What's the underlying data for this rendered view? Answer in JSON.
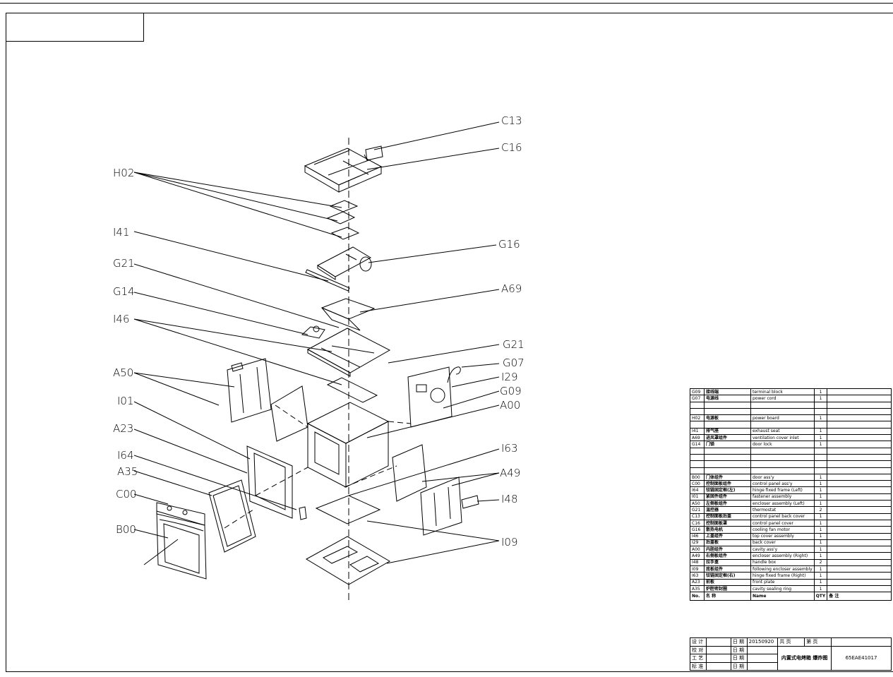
{
  "drawing": {
    "labels": {
      "C13": "C13",
      "C16": "C16",
      "H02": "H02",
      "I41": "I41",
      "G21a": "G21",
      "G14": "G14",
      "I46": "I46",
      "A50": "A50",
      "I01": "I01",
      "A23": "A23",
      "I64": "I64",
      "A35": "A35",
      "C00": "C00",
      "B00": "B00",
      "G16": "G16",
      "A69": "A69",
      "G21b": "G21",
      "G07": "G07",
      "I29": "I29",
      "G09": "G09",
      "A00": "A00",
      "I63": "I63",
      "A49": "A49",
      "I48": "I48",
      "I09": "I09"
    }
  },
  "parts_list": {
    "rows": [
      {
        "no": "G09",
        "name_cn": "接线端",
        "name": "terminal block",
        "qty": "1",
        "note": ""
      },
      {
        "no": "G07",
        "name_cn": "电源线",
        "name": "power cord",
        "qty": "1",
        "note": ""
      },
      {
        "no": "",
        "name_cn": "",
        "name": "",
        "qty": "",
        "note": ""
      },
      {
        "no": "",
        "name_cn": "",
        "name": "",
        "qty": "",
        "note": ""
      },
      {
        "no": "H02",
        "name_cn": "电源板",
        "name": "power board",
        "qty": "1",
        "note": ""
      },
      {
        "no": "",
        "name_cn": "",
        "name": "",
        "qty": "",
        "note": ""
      },
      {
        "no": "I41",
        "name_cn": "排气座",
        "name": "exhaust seat",
        "qty": "1",
        "note": ""
      },
      {
        "no": "A69",
        "name_cn": "进风罩组件",
        "name": "ventilation cover inlet",
        "qty": "1",
        "note": ""
      },
      {
        "no": "G14",
        "name_cn": "门锁",
        "name": "door lock",
        "qty": "1",
        "note": ""
      },
      {
        "no": "",
        "name_cn": "",
        "name": "",
        "qty": "",
        "note": ""
      },
      {
        "no": "",
        "name_cn": "",
        "name": "",
        "qty": "",
        "note": ""
      },
      {
        "no": "",
        "name_cn": "",
        "name": "",
        "qty": "",
        "note": ""
      },
      {
        "no": "",
        "name_cn": "",
        "name": "",
        "qty": "",
        "note": ""
      },
      {
        "no": "B00",
        "name_cn": "门体组件",
        "name": "door ass'y",
        "qty": "1",
        "note": ""
      },
      {
        "no": "C00",
        "name_cn": "控制面板组件",
        "name": "control panel ass'y",
        "qty": "1",
        "note": ""
      },
      {
        "no": "I64",
        "name_cn": "铰链固定框(左)",
        "name": "hinge fixed frame (Left)",
        "qty": "1",
        "note": ""
      },
      {
        "no": "I01",
        "name_cn": "紧固件组件",
        "name": "fastener assembly",
        "qty": "1",
        "note": ""
      },
      {
        "no": "A50",
        "name_cn": "左侧板组件",
        "name": "encloser assembly (Left)",
        "qty": "1",
        "note": ""
      },
      {
        "no": "G21",
        "name_cn": "温控器",
        "name": "thermostat",
        "qty": "2",
        "note": ""
      },
      {
        "no": "C13",
        "name_cn": "控制面板后盖",
        "name": "control panel back cover",
        "qty": "1",
        "note": ""
      },
      {
        "no": "C16",
        "name_cn": "控制面板罩",
        "name": "control panel cover",
        "qty": "1",
        "note": ""
      },
      {
        "no": "G16",
        "name_cn": "散热电机",
        "name": "cooling fan motor",
        "qty": "1",
        "note": ""
      },
      {
        "no": "I46",
        "name_cn": "上盖组件",
        "name": "top cover assembly",
        "qty": "1",
        "note": ""
      },
      {
        "no": "I29",
        "name_cn": "后盖板",
        "name": "back cover",
        "qty": "1",
        "note": ""
      },
      {
        "no": "A00",
        "name_cn": "内胆组件",
        "name": "cavity ass'y",
        "qty": "1",
        "note": ""
      },
      {
        "no": "A49",
        "name_cn": "右侧板组件",
        "name": "encloser assembly (Right)",
        "qty": "1",
        "note": ""
      },
      {
        "no": "I48",
        "name_cn": "拉手盒",
        "name": "handle box",
        "qty": "2",
        "note": ""
      },
      {
        "no": "I09",
        "name_cn": "底板组件",
        "name": "following encloser assembly",
        "qty": "1",
        "note": ""
      },
      {
        "no": "I63",
        "name_cn": "铰链固定框(右)",
        "name": "hinge fixed frame (Right)",
        "qty": "1",
        "note": ""
      },
      {
        "no": "A23",
        "name_cn": "前板",
        "name": "front plate",
        "qty": "1",
        "note": ""
      },
      {
        "no": "A35",
        "name_cn": "炉腔密封圈",
        "name": "cavity sealing ring",
        "qty": "1",
        "note": ""
      }
    ],
    "header": {
      "no": "No.",
      "name_cn": "名 称",
      "name": "Name",
      "qty": "QTY",
      "note": "备 注"
    }
  },
  "title_block": {
    "design": "设 计",
    "check": "校 对",
    "process": "工 艺",
    "standard": "标 准",
    "date_label": "日 期",
    "date": "20150920",
    "sheet_total": "共 页",
    "sheet_no": "第 页",
    "product_cn": "内置式电烤箱 爆炸图",
    "drawing_no": "65EAE41017"
  }
}
